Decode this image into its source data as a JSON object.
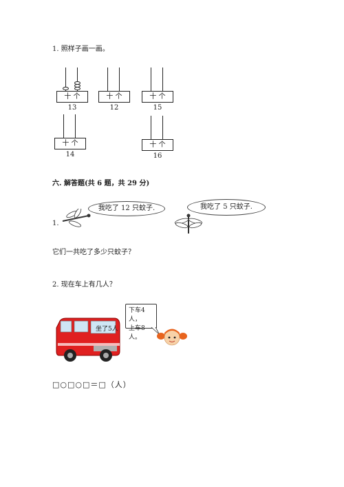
{
  "q1": {
    "title": "1. 照样子画一画。",
    "box_label": "十 个",
    "numbers": [
      "13",
      "12",
      "15",
      "14",
      "16"
    ]
  },
  "section6": {
    "heading": "六. 解答题(共 6 题，共 29 分)"
  },
  "q_mosquito": {
    "label": "1.",
    "bubble_left": "我吃了 12 只蚊子.",
    "bubble_right": "我吃了 5 只蚊子.",
    "question": "它们一共吃了多少只蚊子？"
  },
  "q2": {
    "title": "2. 现在车上有几人？",
    "bus_sign": "坐了5人",
    "speech_line1": "下车4人，",
    "speech_line2": "上车8人。",
    "answer_template": "□○□○□＝□（人）"
  }
}
